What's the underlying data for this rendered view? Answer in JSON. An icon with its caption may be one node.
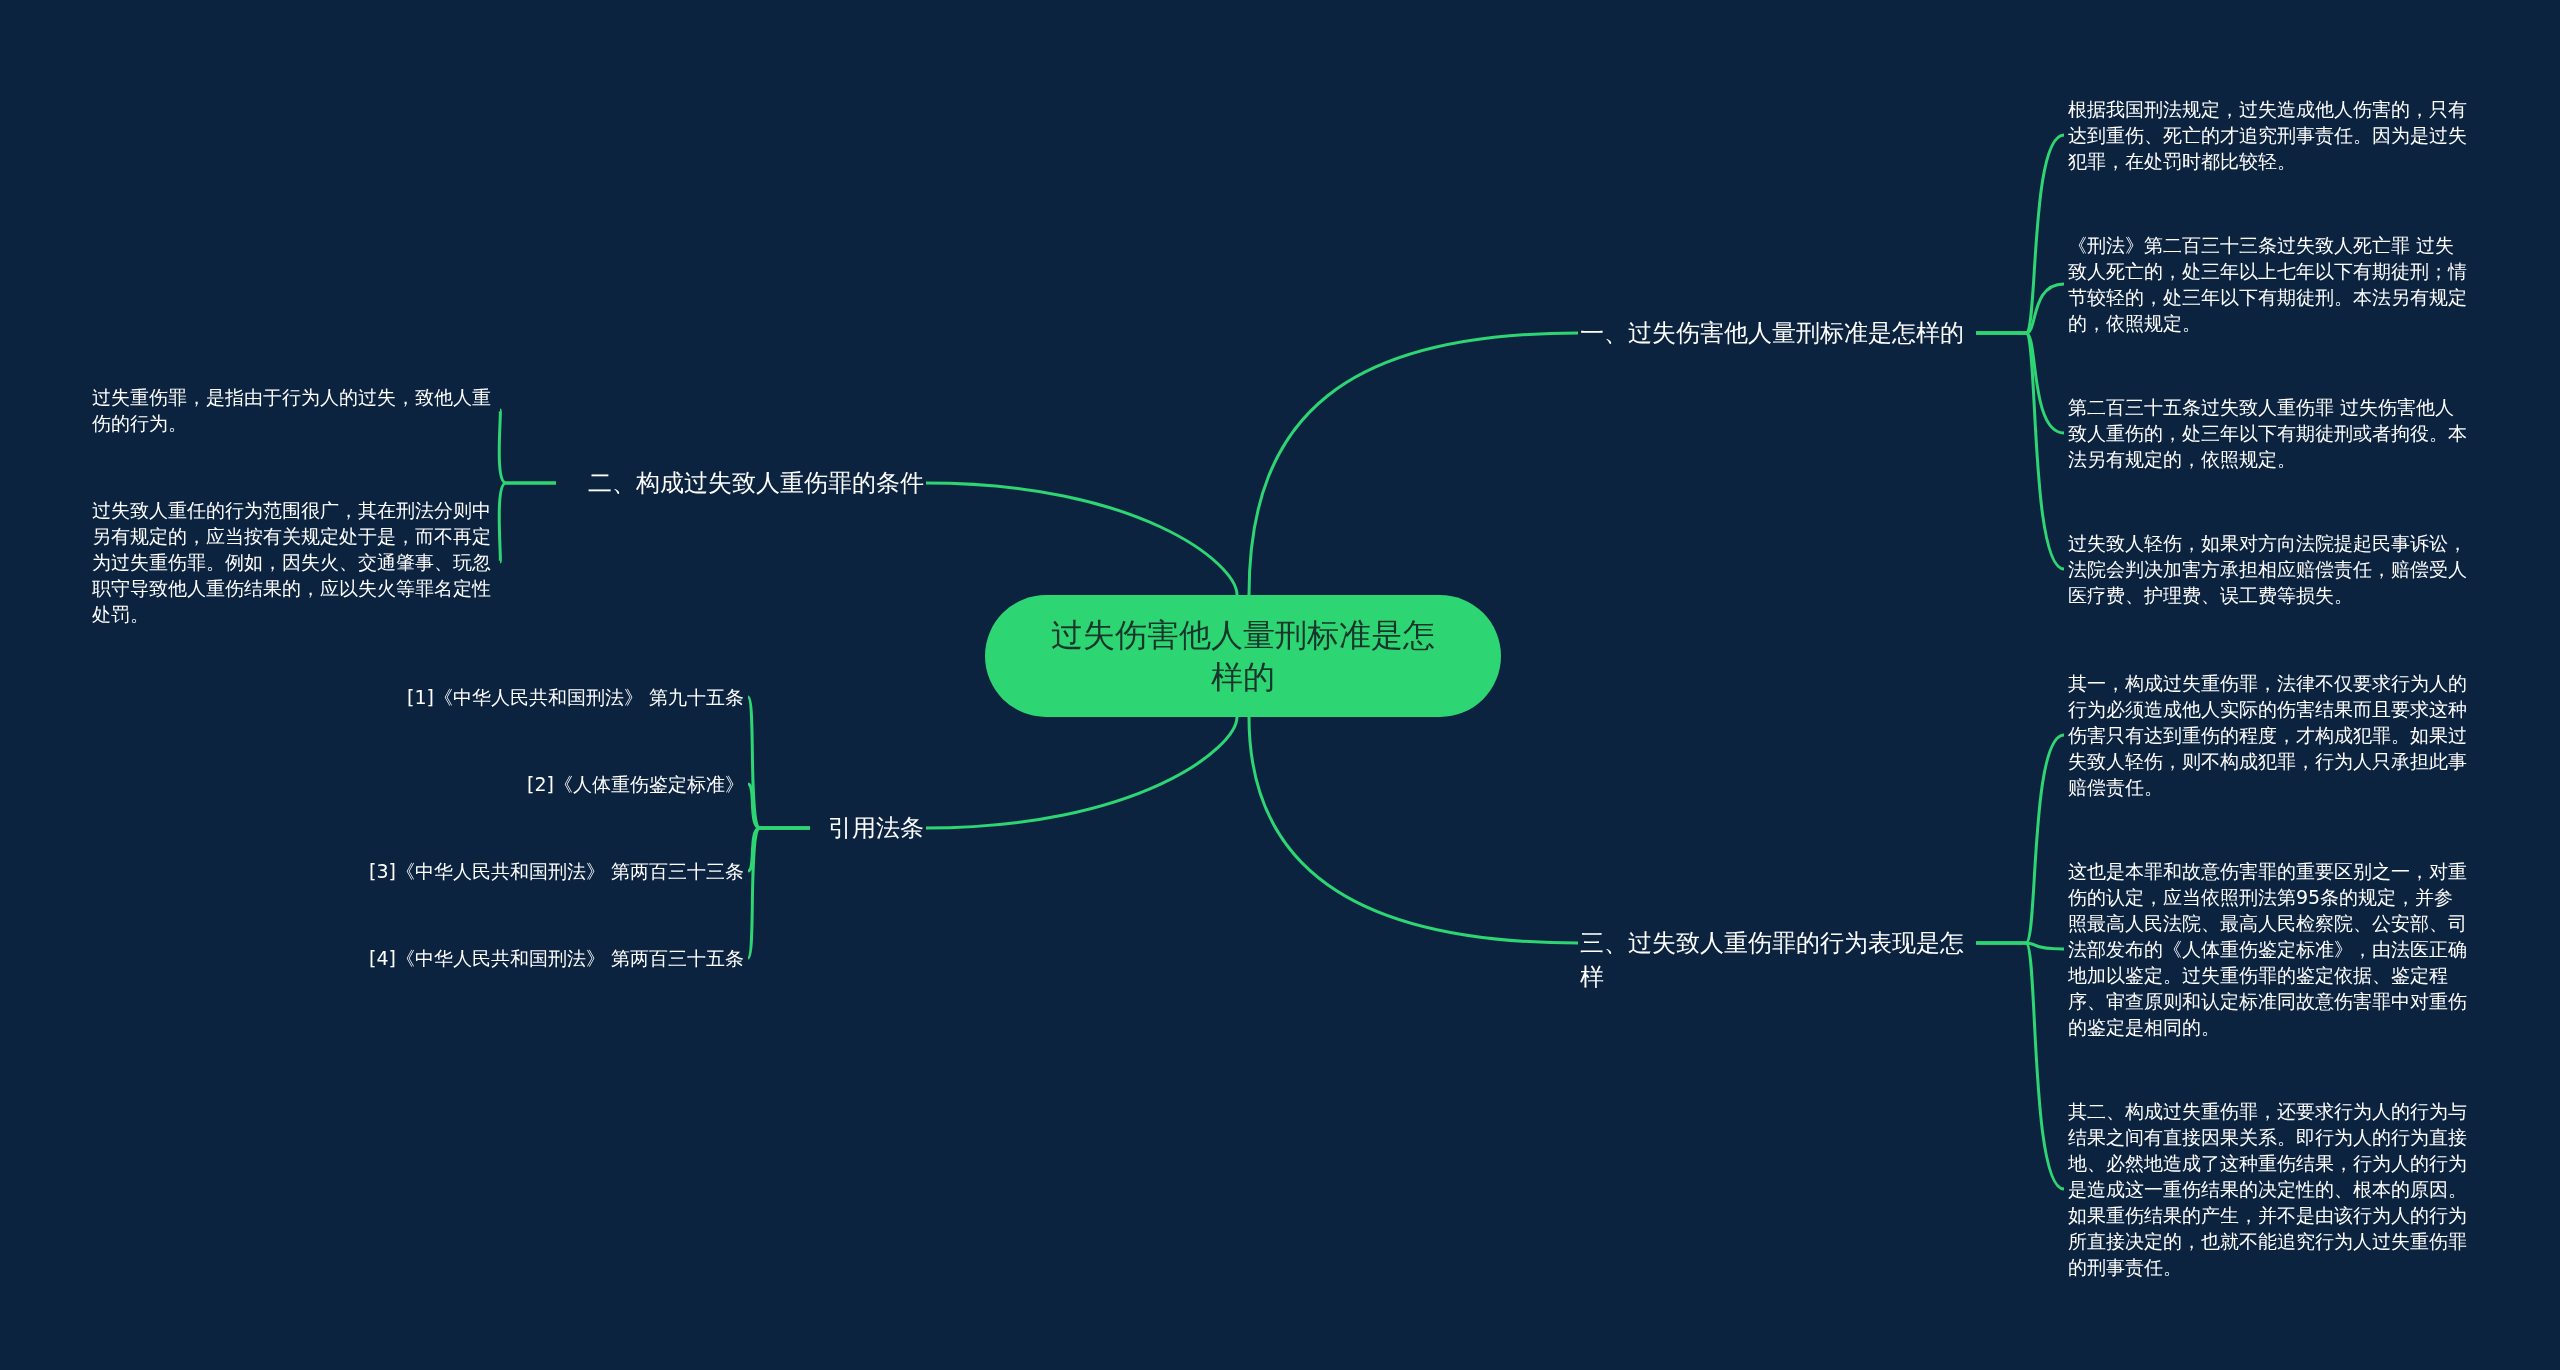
{
  "diagram": {
    "nodes": [
      {
        "text": [
          "过失伤害他人量刑标准是怎样的"
        ]
      },
      {
        "text": [
          "一、过失伤害他人量刑标准是怎样的"
        ]
      },
      {
        "text": [
          "根据我国刑法规定，过失造成他人伤害的，只有达到重伤、死亡的才追究刑事责任。因为是过失犯罪，在处罚时都比较轻。"
        ]
      },
      {
        "text": [
          "《刑法》第二百三十三条过失致人死亡罪 过失致人死亡的，处三年以上七年以下有期徒刑；情节较轻的，处三年以下有期徒刑。本法另有规定的，依照规定。"
        ]
      },
      {
        "text": [
          "第二百三十五条过失致人重伤罪 过失伤害他人致人重伤的，处三年以下有期徒刑或者拘役。本法另有规定的，依照规定。"
        ]
      },
      {
        "text": [
          "过失致人轻伤，如果对方向法院提起民事诉讼，法院会判决加害方承担相应赔偿责任，赔偿受人医疗费、护理费、误工费等损失。"
        ]
      },
      {
        "text": [
          "二、构成过失致人重伤罪的条件"
        ]
      },
      {
        "text": [
          "过失重伤罪，是指由于行为人的过失，致他人重伤的行为。"
        ]
      },
      {
        "text": [
          "过失致人重任的行为范围很广，其在刑法分则中另有规定的，应当按有关规定处于是，而不再定为过失重伤罪。例如，因失火、交通肇事、玩忽职守导致他人重伤结果的，应以失火等罪名定性处罚。"
        ]
      },
      {
        "text": [
          "三、过失致人重伤罪的行为表现是怎样"
        ]
      },
      {
        "text": [
          "其一，构成过失重伤罪，法律不仅要求行为人的行为必须造成他人实际的伤害结果而且要求这种伤害只有达到重伤的程度，才构成犯罪。如果过失致人轻伤，则不构成犯罪，行为人只承担此事赔偿责任。"
        ]
      },
      {
        "text": [
          "这也是本罪和故意伤害罪的重要区别之一，对重伤的认定，应当依照刑法第95条的规定，并参照最高人民法院、最高人民检察院、公安部、司法部发布的《人体重伤鉴定标准》，由法医正确地加以鉴定。过失重伤罪的鉴定依据、鉴定程序、审查原则和认定标准同故意伤害罪中对重伤的鉴定是相同的。"
        ]
      },
      {
        "text": [
          "其二、构成过失重伤罪，还要求行为人的行为与结果之间有直接因果关系。即行为人的行为直接地、必然地造成了这种重伤结果，行为人的行为是造成这一重伤结果的决定性的、根本的原因。如果重伤结果的产生，并不是由该行为人的行为所直接决定的，也就不能追究行为人过失重伤罪的刑事责任。"
        ]
      },
      {
        "text": [
          "引用法条"
        ]
      },
      {
        "text": [
          "[1]《中华人民共和国刑法》 第九十五条"
        ]
      },
      {
        "text": [
          "[2]《人体重伤鉴定标准》"
        ]
      },
      {
        "text": [
          "[3]《中华人民共和国刑法》 第两百三十三条"
        ]
      },
      {
        "text": [
          "[4]《中华人民共和国刑法》 第两百三十五条"
        ]
      }
    ],
    "edges": [
      {
        "from": 0,
        "to": 1,
        "arrow": "none"
      },
      {
        "from": 1,
        "to": 2,
        "arrow": "none"
      },
      {
        "from": 1,
        "to": 3,
        "arrow": "none"
      },
      {
        "from": 1,
        "to": 4,
        "arrow": "none"
      },
      {
        "from": 1,
        "to": 5,
        "arrow": "none"
      },
      {
        "from": 0,
        "to": 6,
        "arrow": "none"
      },
      {
        "from": 6,
        "to": 7,
        "arrow": "none"
      },
      {
        "from": 6,
        "to": 8,
        "arrow": "none"
      },
      {
        "from": 0,
        "to": 9,
        "arrow": "none"
      },
      {
        "from": 9,
        "to": 10,
        "arrow": "none"
      },
      {
        "from": 9,
        "to": 11,
        "arrow": "none"
      },
      {
        "from": 9,
        "to": 12,
        "arrow": "none"
      },
      {
        "from": 0,
        "to": 13,
        "arrow": "none"
      },
      {
        "from": 13,
        "to": 14,
        "arrow": "none"
      },
      {
        "from": 13,
        "to": 15,
        "arrow": "none"
      },
      {
        "from": 13,
        "to": 16,
        "arrow": "none"
      },
      {
        "from": 13,
        "to": 17,
        "arrow": "none"
      }
    ]
  }
}
